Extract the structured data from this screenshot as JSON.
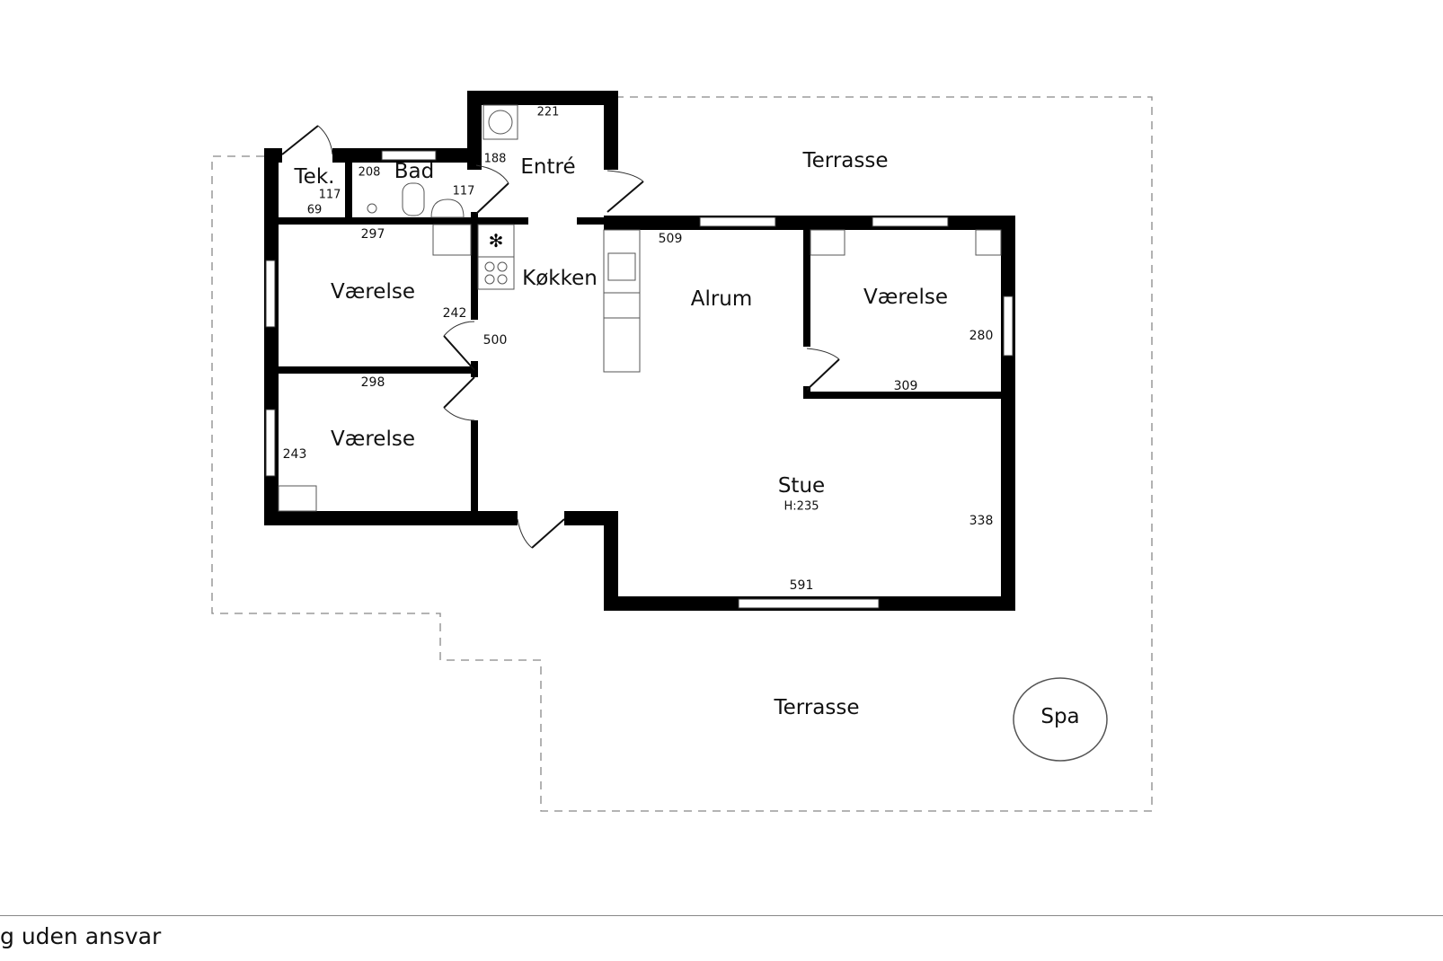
{
  "rooms": {
    "tek": {
      "label": "Tek.",
      "dims": [
        "117",
        "69"
      ]
    },
    "bad": {
      "label": "Bad",
      "dims": [
        "208",
        "117"
      ]
    },
    "entre": {
      "label": "Entré",
      "dims": [
        "221",
        "188"
      ]
    },
    "kokken": {
      "label": "Køkken"
    },
    "alrum": {
      "label": "Alrum",
      "dims": [
        "509",
        "500"
      ]
    },
    "vaerelse_1": {
      "label": "Værelse",
      "dims": [
        "297",
        "242"
      ]
    },
    "vaerelse_2": {
      "label": "Værelse",
      "dims": [
        "298",
        "243"
      ]
    },
    "vaerelse_3": {
      "label": "Værelse",
      "dims": [
        "280",
        "309"
      ]
    },
    "stue": {
      "label": "Stue",
      "height": "H:235",
      "dims": [
        "338",
        "591"
      ]
    },
    "terrasse_top": {
      "label": "Terrasse"
    },
    "terrasse_bottom": {
      "label": "Terrasse"
    },
    "spa": {
      "label": "Spa"
    }
  },
  "icons": [
    "washing-machine-icon",
    "floor-drain-icon",
    "toilet-icon",
    "sink-icon",
    "freezer-icon",
    "stove-icon",
    "kitchen-sink-icon",
    "dishwasher-icon"
  ],
  "footer": {
    "text": "g uden ansvar"
  },
  "colors": {
    "wall": "#000000",
    "dashed_boundary": "#888888",
    "background": "#ffffff"
  }
}
